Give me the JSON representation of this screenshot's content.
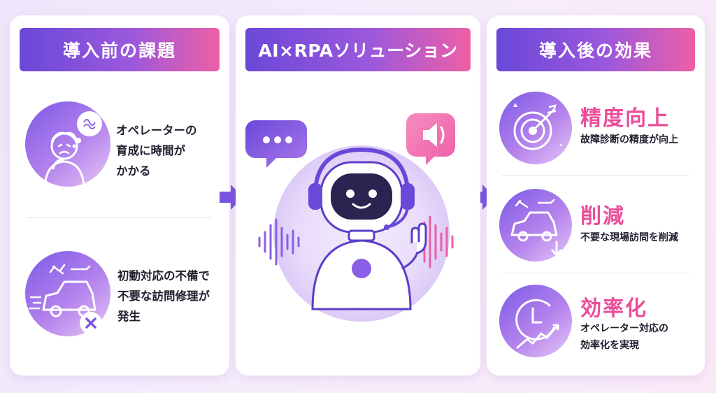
{
  "left_panel": {
    "title": "導入前の課題",
    "items": [
      {
        "icon": "worried-operator-icon",
        "text": "オペレーターの\n育成に時間が\nかかる"
      },
      {
        "icon": "service-truck-cancel-icon",
        "text": "初動対応の不備で\n不要な訪問修理が\n発生"
      }
    ]
  },
  "center_panel": {
    "title": "AI×RPAソリューション",
    "illustration": "headset-robot-icon"
  },
  "right_panel": {
    "title": "導入後の効果",
    "items": [
      {
        "icon": "target-icon",
        "title": "精度向上",
        "sub": "故障診断の精度が向上"
      },
      {
        "icon": "truck-reduction-icon",
        "title": "削減",
        "sub": "不要な現場訪問を削減"
      },
      {
        "icon": "clock-growth-icon",
        "title": "効率化",
        "sub": "オペレーター対応の\n効率化を実現"
      }
    ]
  },
  "colors": {
    "header_start": "#6a48d8",
    "header_end": "#ee5fa6",
    "effect_title": "#ea4d9a",
    "arrow": "#7b55e0"
  }
}
